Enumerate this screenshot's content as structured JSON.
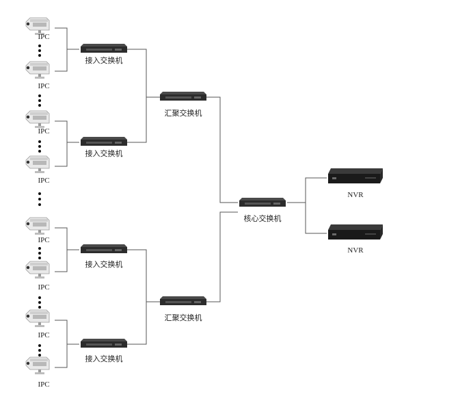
{
  "diagram": {
    "ipc_label": "IPC",
    "access_switch_label": "接入交换机",
    "aggregation_switch_label": "汇聚交换机",
    "core_switch_label": "核心交换机",
    "nvr_label": "NVR",
    "ipc_cameras": [
      {
        "label": "IPC"
      },
      {
        "label": "IPC"
      },
      {
        "label": "IPC"
      },
      {
        "label": "IPC"
      },
      {
        "label": "IPC"
      },
      {
        "label": "IPC"
      },
      {
        "label": "IPC"
      },
      {
        "label": "IPC"
      }
    ],
    "access_switches": [
      {
        "label": "接入交换机"
      },
      {
        "label": "接入交换机"
      },
      {
        "label": "接入交换机"
      },
      {
        "label": "接入交换机"
      }
    ],
    "aggregation_switches": [
      {
        "label": "汇聚交换机"
      },
      {
        "label": "汇聚交换机"
      }
    ],
    "core_switches": [
      {
        "label": "核心交换机"
      }
    ],
    "nvrs": [
      {
        "label": "NVR"
      },
      {
        "label": "NVR"
      }
    ],
    "colors": {
      "line": "#555555",
      "switch_body": "#2c2c2c",
      "switch_top": "#4a4a4a",
      "nvr_body": "#1a1a1a",
      "camera_body": "#e9e9e9",
      "camera_shade": "#b8b8b8",
      "dots": "#111111"
    }
  }
}
